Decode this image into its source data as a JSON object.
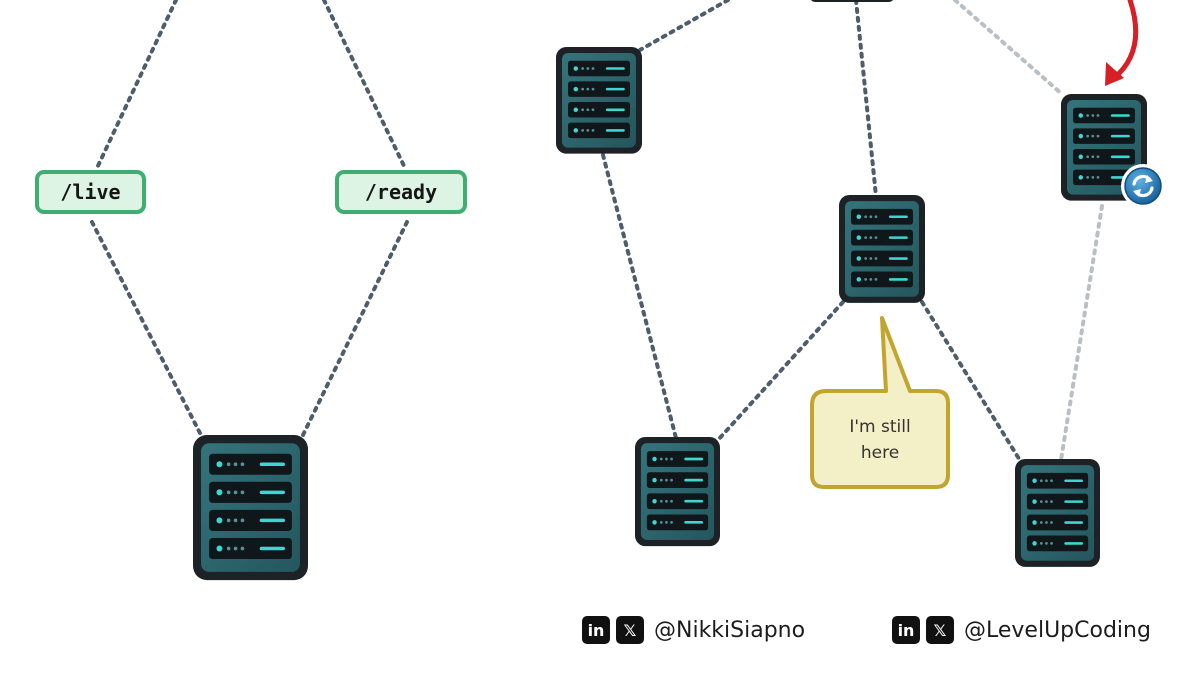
{
  "labels": {
    "live": "/live",
    "ready": "/ready"
  },
  "speech_bubble": {
    "line1": "I'm still",
    "line2": "here"
  },
  "icons": {
    "server": "server-rack-icon",
    "restart": "refresh-icon",
    "arrow": "red-curved-arrow-icon",
    "linkedin": "linkedin-icon",
    "x": "x-icon"
  },
  "social": {
    "linkedin_badge": "in",
    "x_badge": "𝕏",
    "handle_author": "@NikkiSiapno",
    "handle_brand": "@LevelUpCoding"
  },
  "colors": {
    "server_body": "#1d2226",
    "server_face": "#2e6870",
    "server_slot": "#10171a",
    "server_led": "#3ed6d0",
    "link_active": "#4e5d6b",
    "link_inactive": "#b9bfc4",
    "pill_border": "#3fae73",
    "pill_fill": "#ddf3e4",
    "bubble_border": "#c2a52e",
    "bubble_fill": "#f3efc7",
    "arrow": "#d71f26",
    "restart_icon": "#1b6fb0"
  }
}
